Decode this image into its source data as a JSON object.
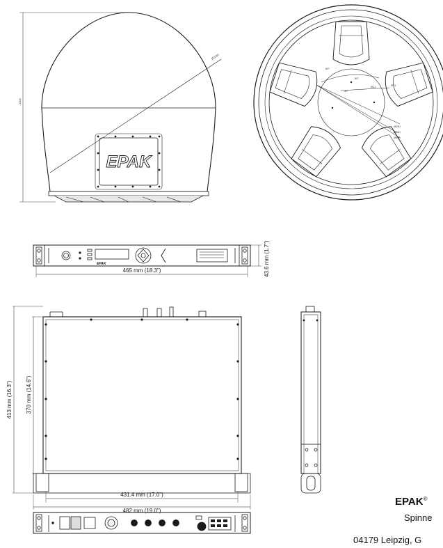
{
  "dimensions": {
    "radome_height": "1000",
    "radome_diameter": "Ø1030",
    "rack_height": "43.6 mm (1.7\")",
    "rack_width": "465 mm (18.3\")",
    "rack_depth_overall": "413 mm (16.3\")",
    "rack_depth_body": "370 mm (14.6\")",
    "rack_body_width": "431.4 mm (17.0\")",
    "rack_overall_width": "482 mm (19.0\")"
  },
  "base_view_labels": [
    "60°",
    "30°",
    "60°",
    "Ø11",
    "Ø11",
    "Ø330",
    "Ø360",
    "Ø500"
  ],
  "radome_logo": "EPAK",
  "front_panel_logo": "EPAK",
  "company": {
    "name": "EPAK",
    "mark": "®",
    "street": "Spinne",
    "city": "04179 Leipzig, G"
  },
  "colors": {
    "line": "#1a1a1a",
    "paper": "#ffffff"
  }
}
